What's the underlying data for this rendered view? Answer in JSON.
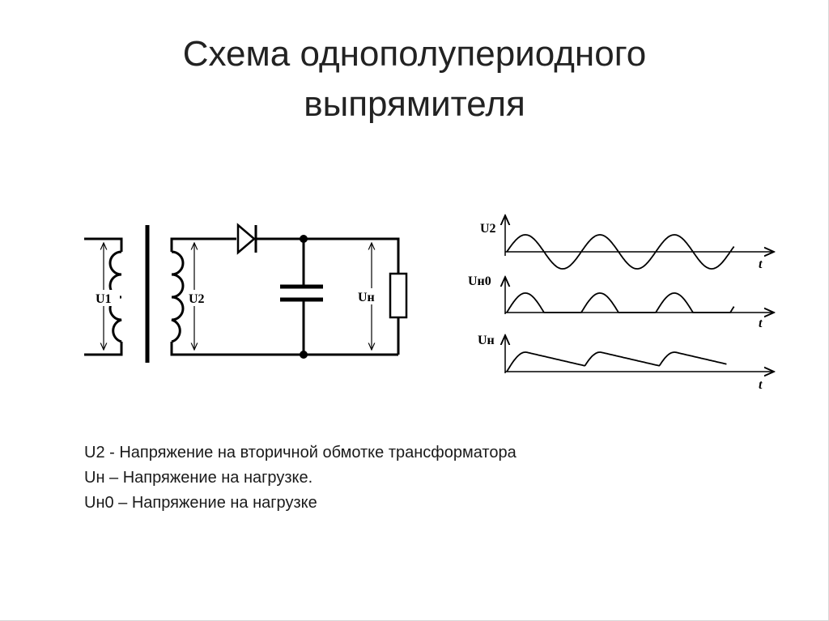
{
  "slide": {
    "title_line1": "Схема однополупериодного",
    "title_line2": "выпрямителя"
  },
  "circuit": {
    "label_u1": "U1",
    "label_u2": "U2",
    "label_un": "Uн"
  },
  "graphs": [
    {
      "y_label": "U2",
      "t_label": "t",
      "waveform": "sine"
    },
    {
      "y_label": "Uн0",
      "t_label": "t",
      "waveform": "half-wave rectified"
    },
    {
      "y_label": "Uн",
      "t_label": "t",
      "waveform": "filtered ripple"
    }
  ],
  "legend": [
    "U2 - Напряжение на вторичной обмотке трансформатора",
    "Uн – Напряжение на нагрузке.",
    "Uн0 – Напряжение на нагрузке"
  ]
}
